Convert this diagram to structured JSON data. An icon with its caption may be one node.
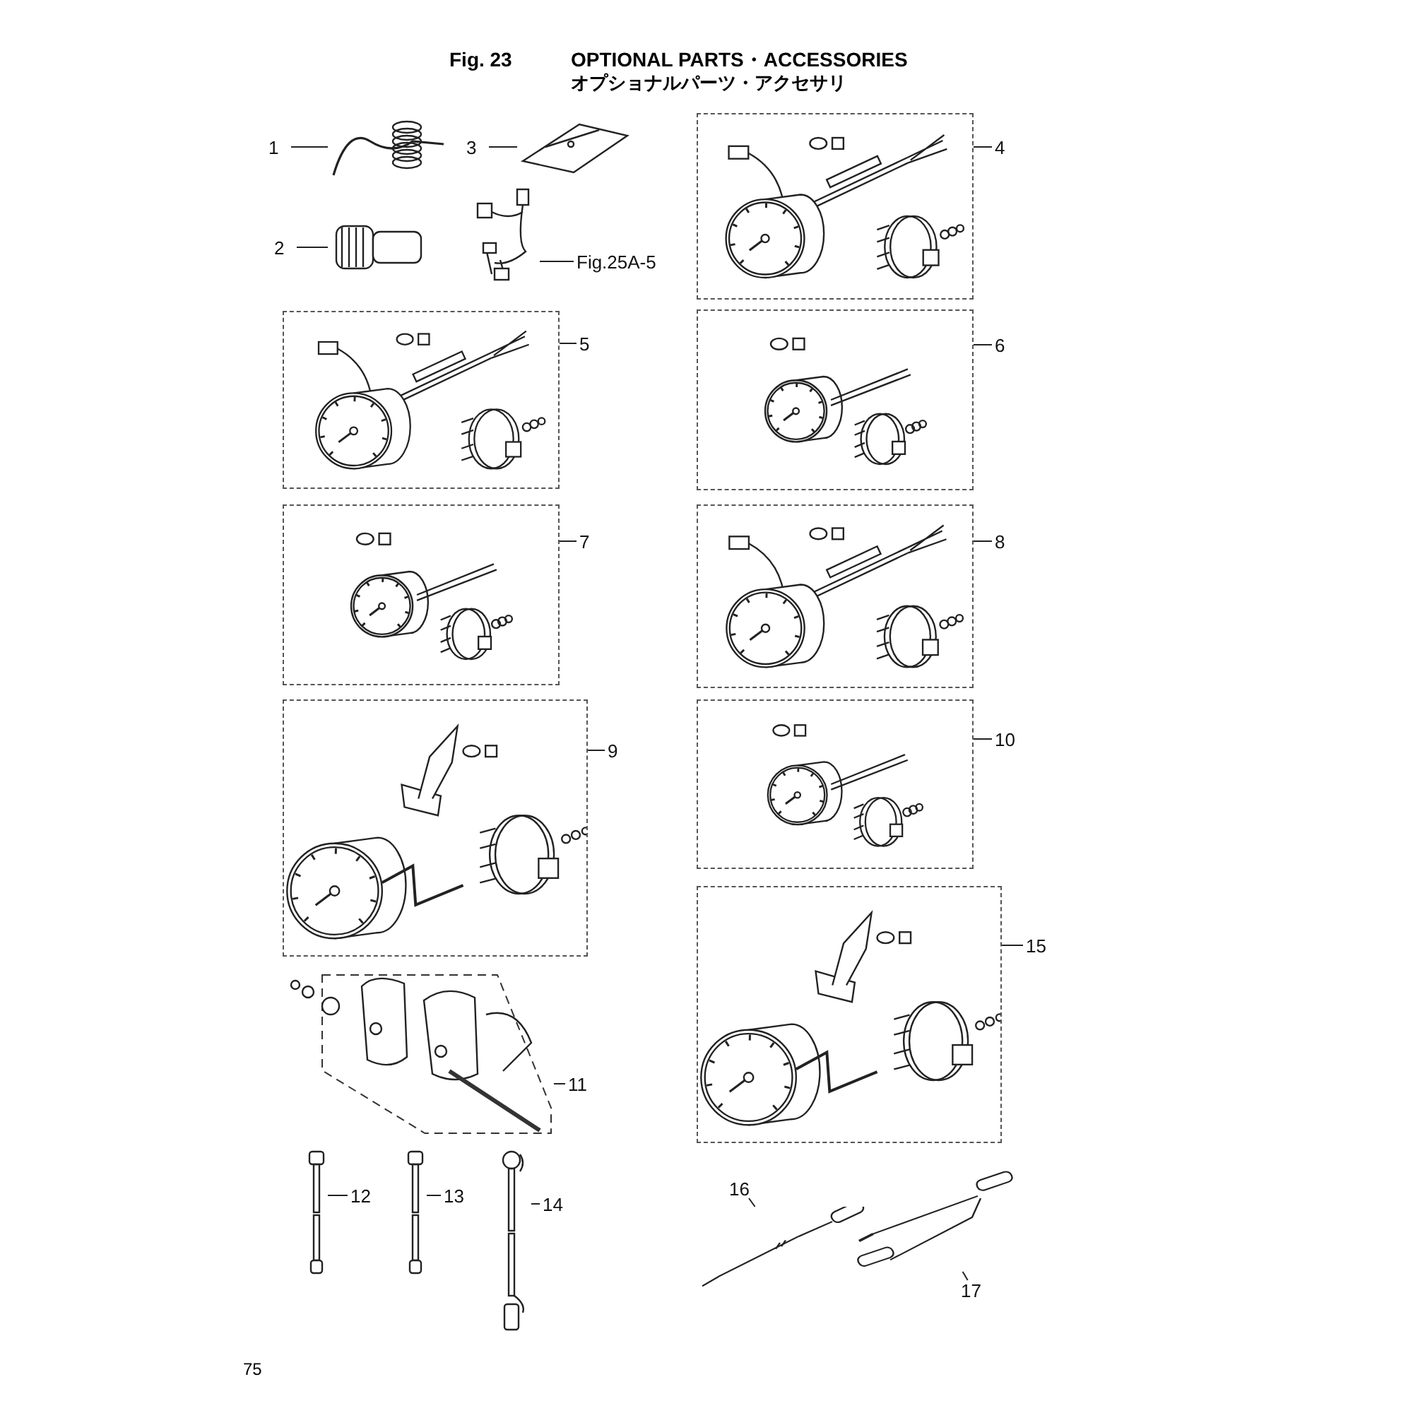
{
  "diagram": {
    "title": "OPTIONAL PARTS・ACCESSORIES",
    "nodes": [
      {
        "text": [
          "1"
        ]
      },
      {
        "text": [],
        "shape": "picture"
      },
      {
        "text": [
          "2"
        ]
      },
      {
        "text": [],
        "shape": "picture"
      },
      {
        "text": [
          "3"
        ]
      },
      {
        "text": [],
        "shape": "picture"
      },
      {
        "text": [
          "Fig.25A-5"
        ]
      },
      {
        "text": [],
        "shape": "picture"
      },
      {
        "text": [
          "4"
        ]
      },
      {
        "text": [],
        "shape": "box"
      },
      {
        "text": [
          "5"
        ]
      },
      {
        "text": [],
        "shape": "box"
      },
      {
        "text": [
          "6"
        ]
      },
      {
        "text": [],
        "shape": "box"
      },
      {
        "text": [
          "7"
        ]
      },
      {
        "text": [],
        "shape": "box"
      },
      {
        "text": [
          "8"
        ]
      },
      {
        "text": [],
        "shape": "box"
      },
      {
        "text": [
          "9"
        ]
      },
      {
        "text": [],
        "shape": "box"
      },
      {
        "text": [
          "10"
        ]
      },
      {
        "text": [],
        "shape": "box"
      },
      {
        "text": [
          "15"
        ]
      },
      {
        "text": [],
        "shape": "box"
      },
      {
        "text": [
          "11"
        ]
      },
      {
        "text": [],
        "shape": "box"
      },
      {
        "text": [
          "12"
        ]
      },
      {
        "text": [],
        "shape": "picture"
      },
      {
        "text": [
          "13"
        ]
      },
      {
        "text": [],
        "shape": "picture"
      },
      {
        "text": [
          "14"
        ]
      },
      {
        "text": [],
        "shape": "picture"
      },
      {
        "text": [
          "16"
        ]
      },
      {
        "text": [],
        "shape": "picture"
      },
      {
        "text": [
          "17"
        ]
      },
      {
        "text": [],
        "shape": "picture"
      }
    ],
    "edges": [
      {
        "from": 0,
        "to": 1,
        "arrow": "none"
      },
      {
        "from": 2,
        "to": 3,
        "arrow": "none"
      },
      {
        "from": 4,
        "to": 5,
        "arrow": "none"
      },
      {
        "from": 6,
        "to": 7,
        "arrow": "none"
      },
      {
        "from": 8,
        "to": 9,
        "arrow": "none"
      },
      {
        "from": 10,
        "to": 11,
        "arrow": "none"
      },
      {
        "from": 12,
        "to": 13,
        "arrow": "none"
      },
      {
        "from": 14,
        "to": 15,
        "arrow": "none"
      },
      {
        "from": 16,
        "to": 17,
        "arrow": "none"
      },
      {
        "from": 18,
        "to": 19,
        "arrow": "none"
      },
      {
        "from": 20,
        "to": 21,
        "arrow": "none"
      },
      {
        "from": 22,
        "to": 23,
        "arrow": "none"
      },
      {
        "from": 24,
        "to": 25,
        "arrow": "none"
      },
      {
        "from": 26,
        "to": 27,
        "arrow": "none"
      },
      {
        "from": 28,
        "to": 29,
        "arrow": "none"
      },
      {
        "from": 30,
        "to": 31,
        "arrow": "none"
      },
      {
        "from": 32,
        "to": 33,
        "arrow": "none"
      },
      {
        "from": 34,
        "to": 35,
        "arrow": "none"
      }
    ],
    "labels": [
      "Fig. 23",
      "オプショナルパーツ・アクセサリ",
      "75"
    ]
  }
}
